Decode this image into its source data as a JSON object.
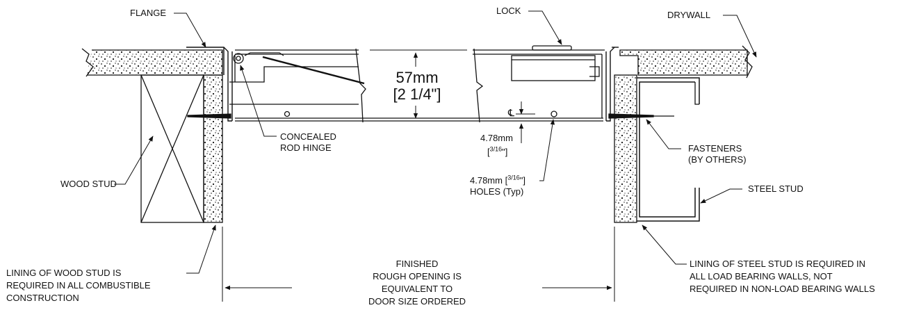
{
  "labels": {
    "flange": "FLANGE",
    "lock": "LOCK",
    "drywall": "DRYWALL",
    "dimension_mm": "57mm",
    "dimension_in": "[2 1/4\"]",
    "concealed_rod_hinge_1": "CONCEALED",
    "concealed_rod_hinge_2": "ROD HINGE",
    "edge_mm": "4.78mm",
    "edge_in_open": "[",
    "edge_in_frac": "3/16",
    "edge_in_close": "\"]",
    "fasteners_1": "FASTENERS",
    "fasteners_2": "(BY OTHERS)",
    "wood_stud": "WOOD STUD",
    "holes_1": "4.78mm [",
    "holes_frac": "3/16",
    "holes_close": "\"]",
    "holes_2": "HOLES (Typ)",
    "steel_stud": "STEEL STUD",
    "centerline": "℄",
    "wood_lining_1": "LINING OF WOOD STUD IS",
    "wood_lining_2": "REQUIRED IN ALL COMBUSTIBLE",
    "wood_lining_3": "CONSTRUCTION",
    "opening_1": "FINISHED",
    "opening_2": "ROUGH OPENING IS",
    "opening_3": "EQUIVALENT TO",
    "opening_4": "DOOR SIZE ORDERED",
    "steel_lining_1": "LINING OF STEEL STUD IS REQUIRED IN",
    "steel_lining_2": "ALL LOAD BEARING WALLS, NOT",
    "steel_lining_3": "REQUIRED IN NON-LOAD BEARING WALLS"
  }
}
